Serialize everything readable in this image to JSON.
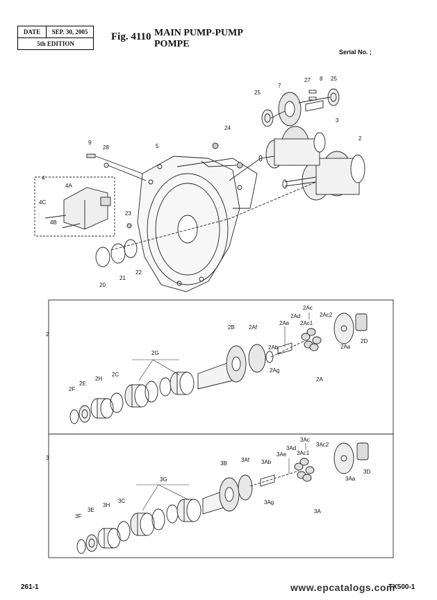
{
  "header": {
    "date_label": "DATE",
    "date_value": "SEP. 30, 2005",
    "edition": "5th EDITION",
    "fig_number": "Fig. 4110",
    "title_line1": "MAIN PUMP-PUMP",
    "title_line2": "POMPE",
    "serial": "Serial No. ;"
  },
  "footer": {
    "page": "261-1",
    "model": "TX500-1",
    "watermark": "www.epcatalogs.com"
  },
  "callouts": {
    "c2": "2",
    "c3": "3",
    "c4": "4",
    "c4A": "4A",
    "c4B": "4B",
    "c4C": "4C",
    "c5": "5",
    "c7": "7",
    "c8": "8",
    "c9": "9",
    "c20": "20",
    "c21": "21",
    "c22": "22",
    "c23": "23",
    "c24": "24",
    "c25a": "25",
    "c25b": "25",
    "c27": "27",
    "c28": "28",
    "s2_label": "2",
    "s2B": "2B",
    "s2Af": "2Af",
    "s2Ae": "2Ae",
    "s2Ad": "2Ad",
    "s2Ac": "2Ac",
    "s2Ac1": "2Ac1",
    "s2Ac2": "2Ac2",
    "s2Aa": "2Aa",
    "s2D": "2D",
    "s2Ab": "2Ab",
    "s2Ag": "2Ag",
    "s2A": "2A",
    "s2G": "2G",
    "s2C": "2C",
    "s2H": "2H",
    "s2E": "2E",
    "s2F": "2F",
    "s3_label": "3",
    "s3B": "3B",
    "s3Af": "3Af",
    "s3Ab": "3Ab",
    "s3Ae": "3Ae",
    "s3Ad": "3Ad",
    "s3Ac": "3Ac",
    "s3Ac1": "3Ac1",
    "s3Ac2": "3Ac2",
    "s3Aa": "3Aa",
    "s3D": "3D",
    "s3Ag": "3Ag",
    "s3A": "3A",
    "s3G": "3G",
    "s3C": "3C",
    "s3H": "3H",
    "s3E": "3E",
    "s3F": "3F"
  }
}
